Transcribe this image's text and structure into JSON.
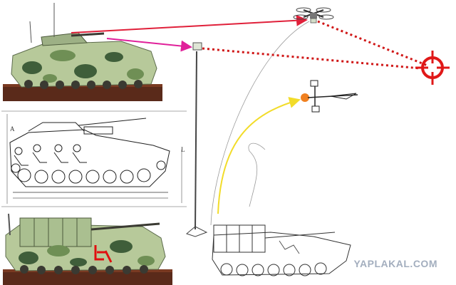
{
  "watermark": "YAPLAKAL.COM",
  "drawing_labels": {
    "dim_a": "A",
    "dim_l": "L"
  },
  "colors": {
    "link_arrow": "#e0203a",
    "mast_arrow": "#e0209a",
    "target_link": "#d01818",
    "target_reticle": "#e01818",
    "interceptor_path": "#f2dc2a",
    "interceptor_nose": "#f08020",
    "camo_base": "#b7c99a",
    "camo_dark": "#3f5e3a",
    "camo_mid": "#6f8f55",
    "pedestal": "#5a2a1a",
    "line_drawing": "#222222",
    "annotation_red": "#e01010"
  },
  "icons": {
    "drone": "quadcopter-drone-icon",
    "target": "crosshair-target-icon",
    "interceptor": "interceptor-drone-icon",
    "mast_sensor": "mast-sensor-head-icon"
  }
}
